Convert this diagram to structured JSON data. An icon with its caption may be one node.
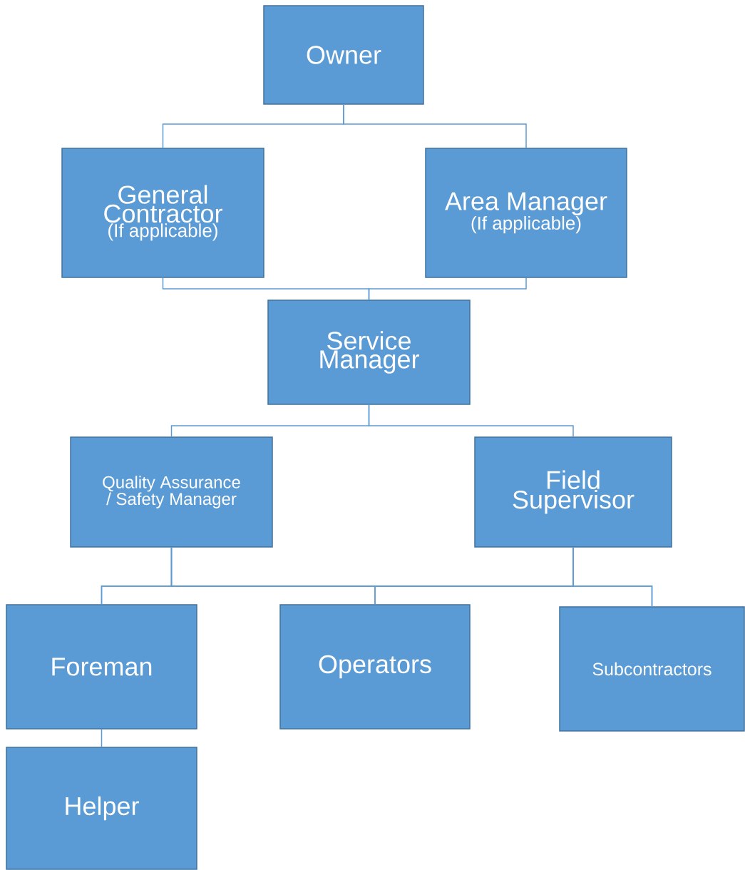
{
  "diagram": {
    "nodes": [
      {
        "text": [
          "Owner"
        ]
      },
      {
        "text": [
          "General Contractor",
          "(If applicable)"
        ]
      },
      {
        "text": [
          "Area Manager",
          "(If applicable)"
        ]
      },
      {
        "text": [
          "Service Manager"
        ]
      },
      {
        "text": [
          "Quality Assurance / Safety Manager"
        ]
      },
      {
        "text": [
          "Field Supervisor"
        ]
      },
      {
        "text": [
          "Foreman"
        ]
      },
      {
        "text": [
          "Operators"
        ]
      },
      {
        "text": [
          "Subcontractors"
        ]
      },
      {
        "text": [
          "Helper"
        ]
      }
    ],
    "edges": [
      {
        "from": 0,
        "to": 1,
        "arrow": "none"
      },
      {
        "from": 0,
        "to": 2,
        "arrow": "none"
      },
      {
        "from": 1,
        "to": 3,
        "arrow": "none"
      },
      {
        "from": 2,
        "to": 3,
        "arrow": "none"
      },
      {
        "from": 3,
        "to": 4,
        "arrow": "none"
      },
      {
        "from": 3,
        "to": 5,
        "arrow": "none"
      },
      {
        "from": 4,
        "to": 6,
        "arrow": "none"
      },
      {
        "from": 4,
        "to": 7,
        "arrow": "none"
      },
      {
        "from": 4,
        "to": 8,
        "arrow": "none"
      },
      {
        "from": 5,
        "to": 6,
        "arrow": "none"
      },
      {
        "from": 5,
        "to": 7,
        "arrow": "none"
      },
      {
        "from": 5,
        "to": 8,
        "arrow": "none"
      },
      {
        "from": 6,
        "to": 9,
        "arrow": "none"
      }
    ]
  }
}
